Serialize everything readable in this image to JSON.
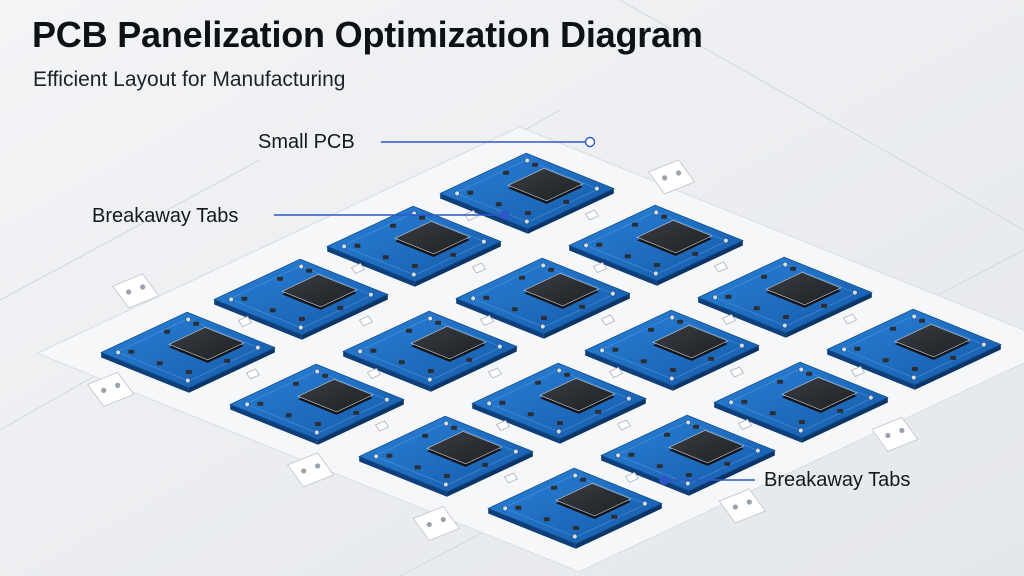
{
  "header": {
    "title": "PCB Panelization Optimization Diagram",
    "subtitle": "Efficient Layout for Manufacturing"
  },
  "callouts": [
    {
      "id": "small-pcb",
      "label": "Small PCB"
    },
    {
      "id": "breakaway-tabs-top",
      "label": "Breakaway Tabs"
    },
    {
      "id": "breakaway-tabs-bottom",
      "label": "Breakaway Tabs"
    }
  ],
  "panel": {
    "rows": 4,
    "columns": 4,
    "board_count": 16
  },
  "colors": {
    "background": "#eef0f3",
    "panel": "#f6f7f9",
    "pcb": "#1e6fc4",
    "pcb_edge": "#0e3f7a",
    "chip": "#26292e",
    "callout_line": "#2f56c9"
  }
}
